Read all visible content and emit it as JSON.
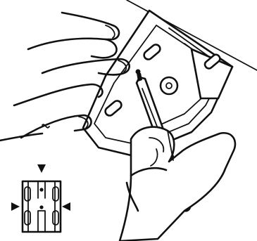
{
  "illustration": {
    "subject": "hands-marking-mounting-bracket-holes-with-pencil",
    "line_color": "#111111",
    "background_color": "#ffffff"
  },
  "inset": {
    "subject": "bracket-alignment-guide",
    "arrow_directions": [
      "top",
      "left",
      "right"
    ]
  }
}
